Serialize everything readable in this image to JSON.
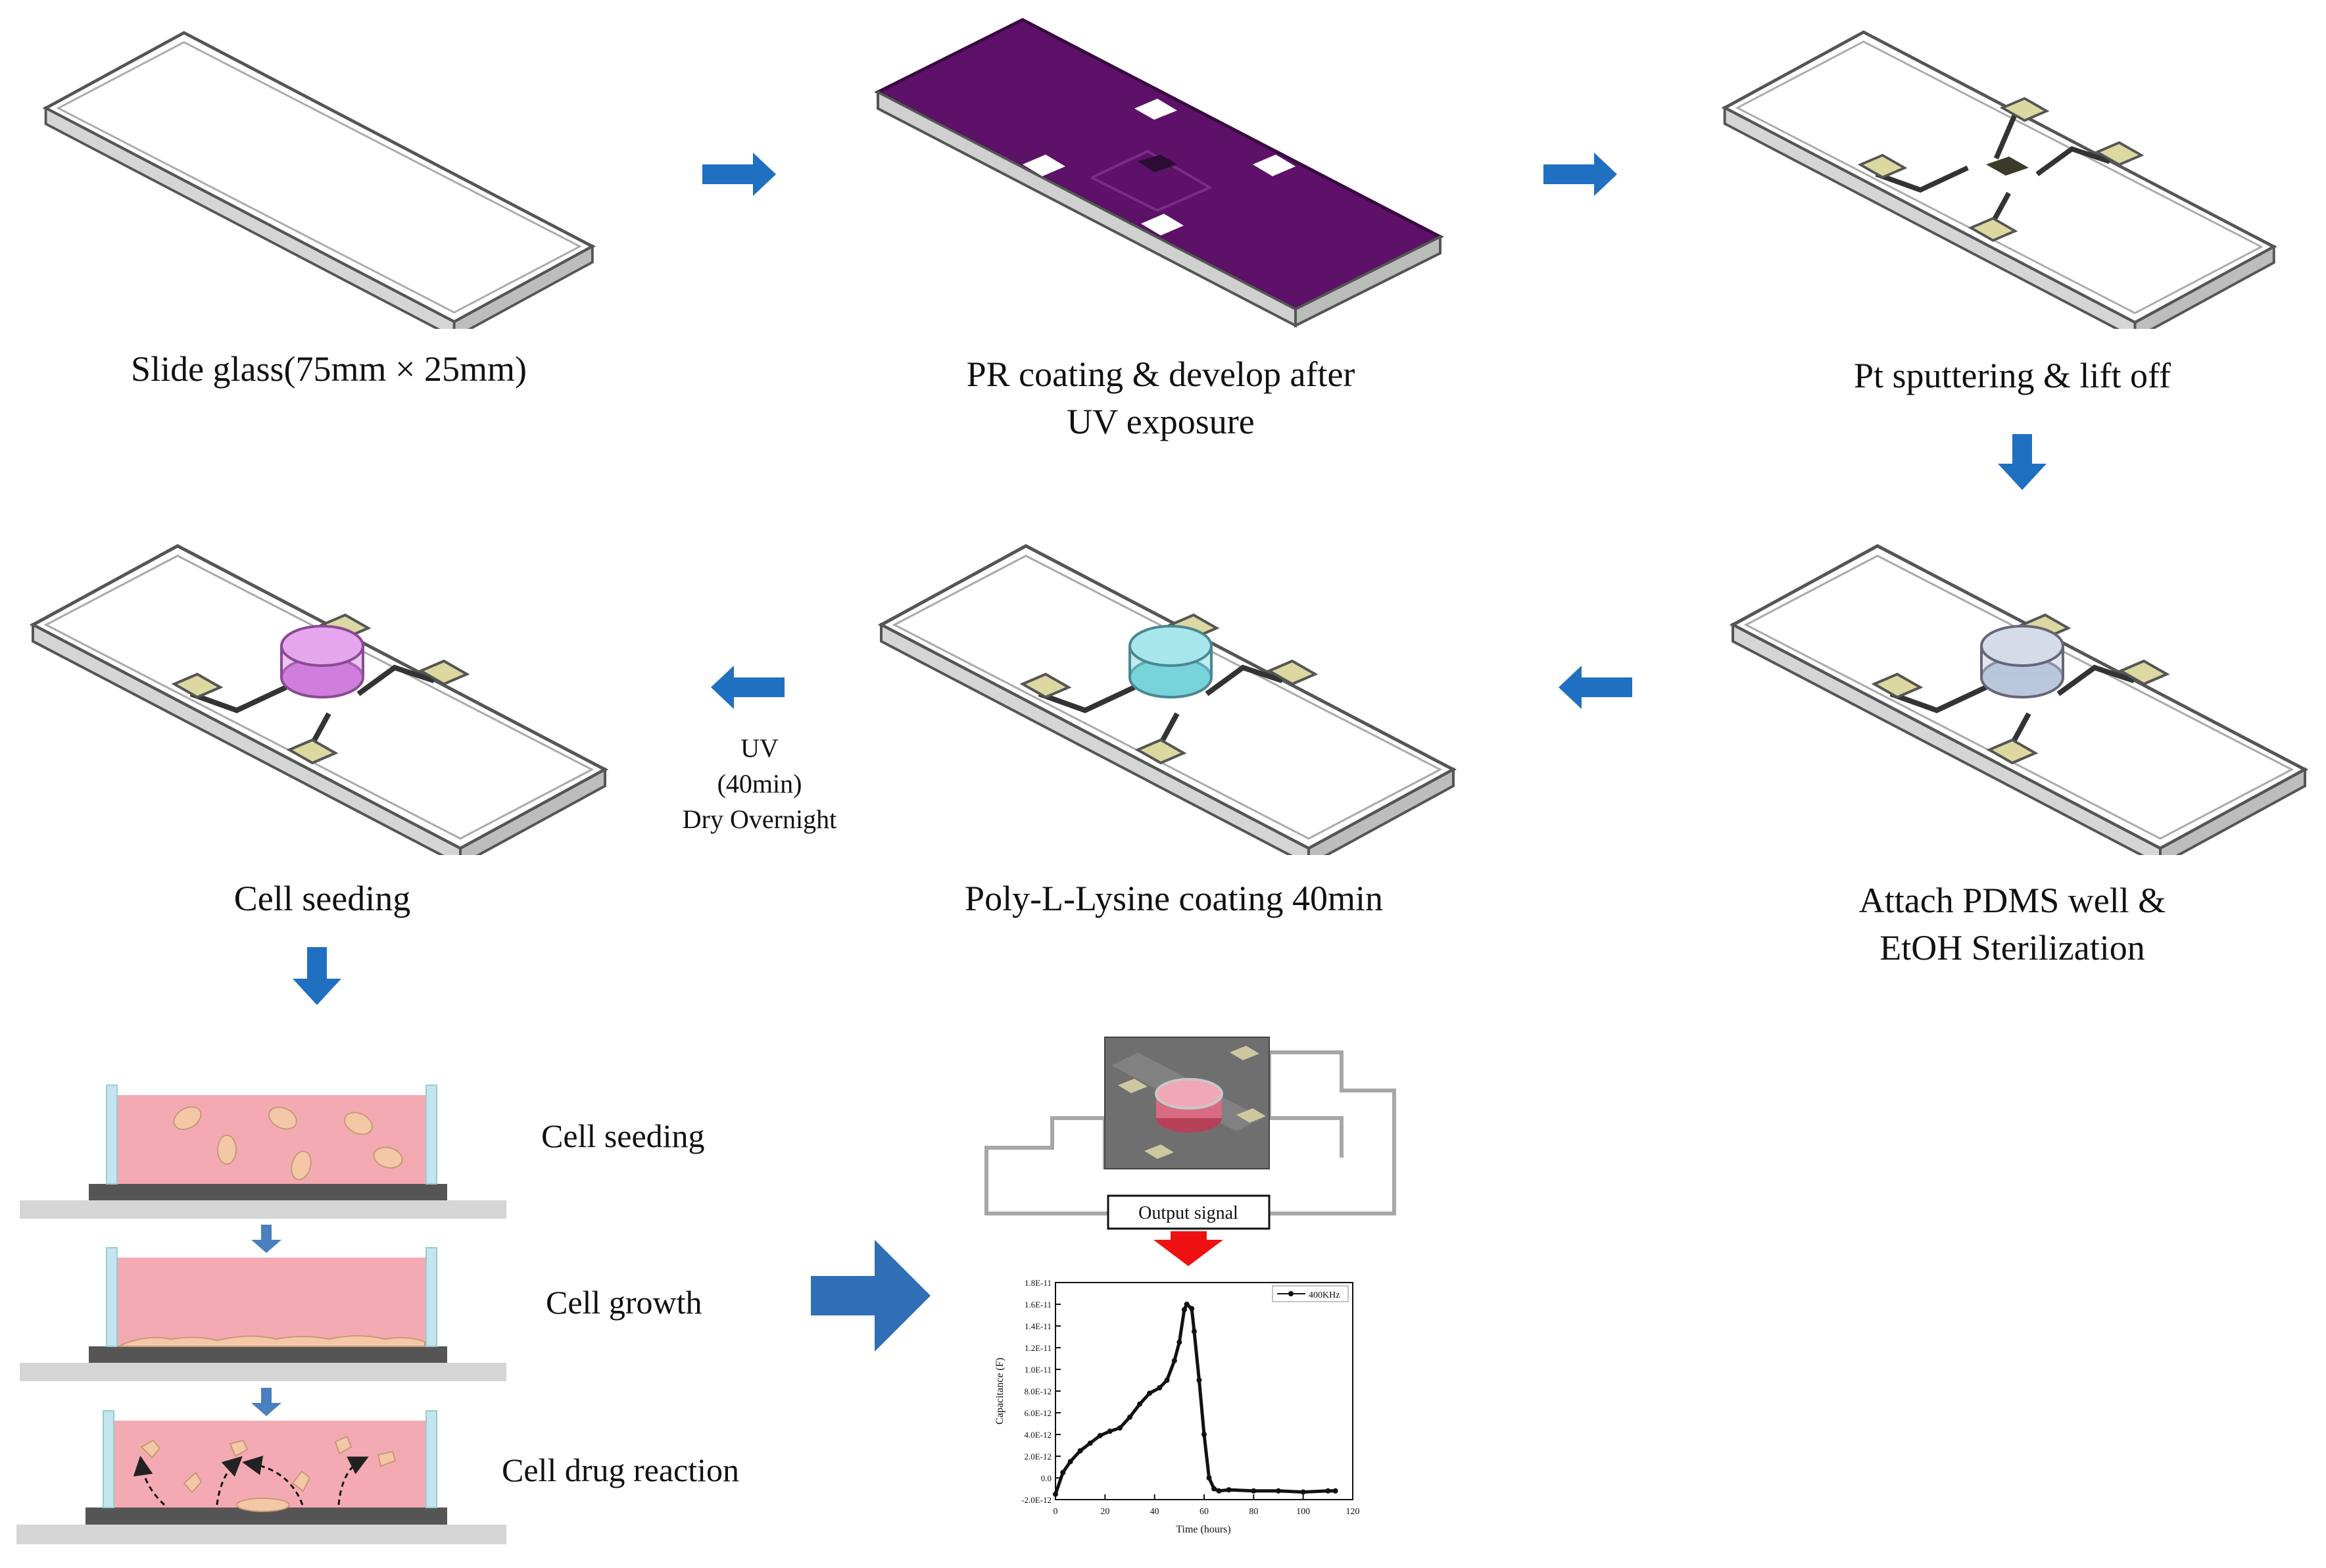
{
  "colors": {
    "arrow": "#1f70c1",
    "pr_coating": "#5e1168",
    "pad": "#ddd7a0",
    "well_pdms": "#b9c8dc",
    "well_pll": "#78d3db",
    "well_cell": "#d07edc",
    "medium": "#f4aab2",
    "cell": "#f4c8a6",
    "output_arrow": "#ee1111"
  },
  "steps": {
    "s1": "Slide glass(75mm × 25mm)",
    "s2_line1": "PR coating & develop after",
    "s2_line2": "UV exposure",
    "s3": "Pt sputtering & lift off",
    "s4_line1": "Attach PDMS well &",
    "s4_line2": "EtOH Sterilization",
    "s5": "Poly-L-Lysine coating 40min",
    "s6": "Cell seeding",
    "uv_line1": "UV",
    "uv_line2": "(40min)",
    "uv_line3": "Dry Overnight"
  },
  "culture": {
    "stage1": "Cell seeding",
    "stage2": "Cell growth",
    "stage3": "Cell drug reaction"
  },
  "measurement": {
    "output_label": "Output signal"
  },
  "chart_data": {
    "type": "line",
    "xlabel": "Time (hours)",
    "ylabel": "Capacitance (F)",
    "xlim": [
      0,
      120
    ],
    "ylim": [
      -2e-12,
      1.8e-11
    ],
    "x_ticks": [
      "0",
      "20",
      "40",
      "60",
      "80",
      "100",
      "120"
    ],
    "y_ticks": [
      "1.8E-11",
      "1.6E-11",
      "1.4E-11",
      "1.2E-11",
      "1.0E-11",
      "8.0E-12",
      "6.0E-12",
      "4.0E-12",
      "2.0E-12",
      "0.0",
      "-2.0E-12"
    ],
    "legend": "400KHz",
    "legend_position": "top-right",
    "series": [
      {
        "name": "400KHz",
        "x": [
          0,
          3,
          6,
          10,
          14,
          18,
          22,
          26,
          30,
          34,
          38,
          42,
          45,
          48,
          50,
          52,
          53,
          55,
          56,
          58,
          60,
          62,
          64,
          66,
          70,
          80,
          90,
          100,
          110,
          113
        ],
        "y": [
          -1.5e-12,
          5e-13,
          1.5e-12,
          2.5e-12,
          3.2e-12,
          3.9e-12,
          4.3e-12,
          4.6e-12,
          5.6e-12,
          6.8e-12,
          7.8e-12,
          8.3e-12,
          9e-12,
          1.08e-11,
          1.25e-11,
          1.55e-11,
          1.6e-11,
          1.56e-11,
          1.35e-11,
          9e-12,
          4e-12,
          0.0,
          -1e-12,
          -1.2e-12,
          -1.1e-12,
          -1.2e-12,
          -1.2e-12,
          -1.3e-12,
          -1.2e-12,
          -1.2e-12
        ]
      }
    ]
  }
}
